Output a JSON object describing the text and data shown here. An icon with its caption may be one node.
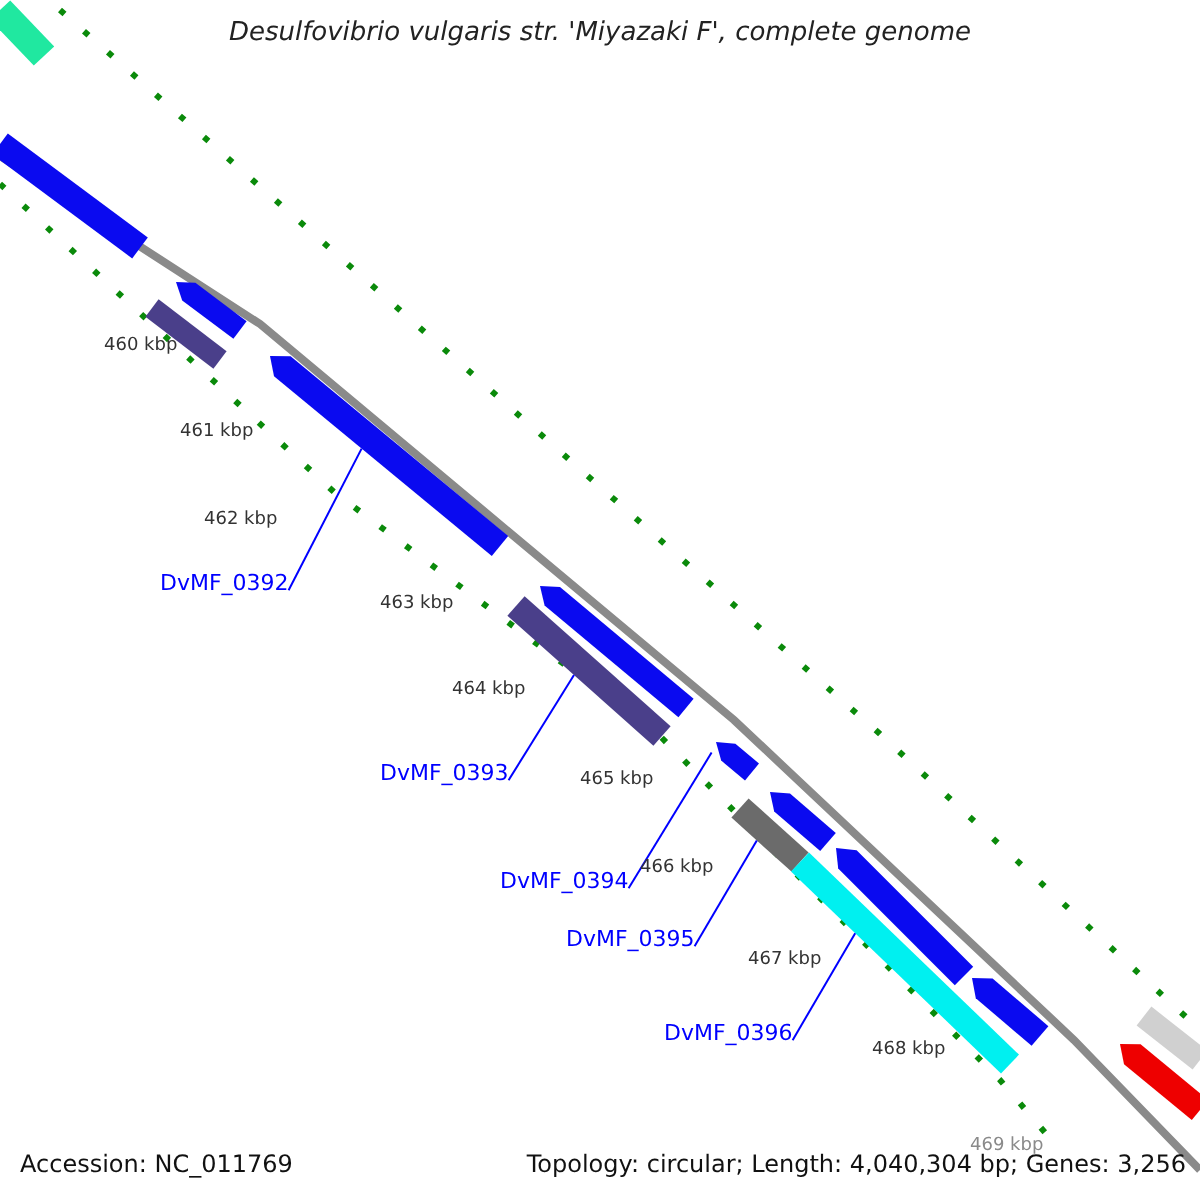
{
  "diagram": {
    "title": "Desulfovibrio vulgaris str. 'Miyazaki F', complete genome",
    "nodes": [
      {
        "text": [
          "DvMF_0392"
        ]
      },
      {
        "text": [
          "DvMF_0393"
        ]
      },
      {
        "text": [
          "DvMF_0394"
        ]
      },
      {
        "text": [
          "DvMF_0395"
        ]
      },
      {
        "text": [
          "DvMF_0396"
        ]
      },
      {
        "text": [],
        "shape": "bar"
      },
      {
        "text": [],
        "shape": "bar"
      },
      {
        "text": [],
        "shape": "bar"
      },
      {
        "text": [],
        "shape": "bar"
      },
      {
        "text": [],
        "shape": "bar"
      }
    ],
    "edges": [
      {
        "from": 0,
        "to": 5,
        "arrow": "none"
      },
      {
        "from": 1,
        "to": 6,
        "arrow": "none"
      },
      {
        "from": 2,
        "to": 7,
        "arrow": "none"
      },
      {
        "from": 3,
        "to": 8,
        "arrow": "none"
      },
      {
        "from": 4,
        "to": 9,
        "arrow": "none"
      }
    ],
    "labels": [
      "460 kbp",
      "461 kbp",
      "462 kbp",
      "463 kbp",
      "464 kbp",
      "465 kbp",
      "466 kbp",
      "467 kbp",
      "468 kbp",
      "469 kbp",
      "Accession: NC_011769",
      "Topology: circular; Length: 4,040,304 bp; Genes: 3,256"
    ]
  }
}
